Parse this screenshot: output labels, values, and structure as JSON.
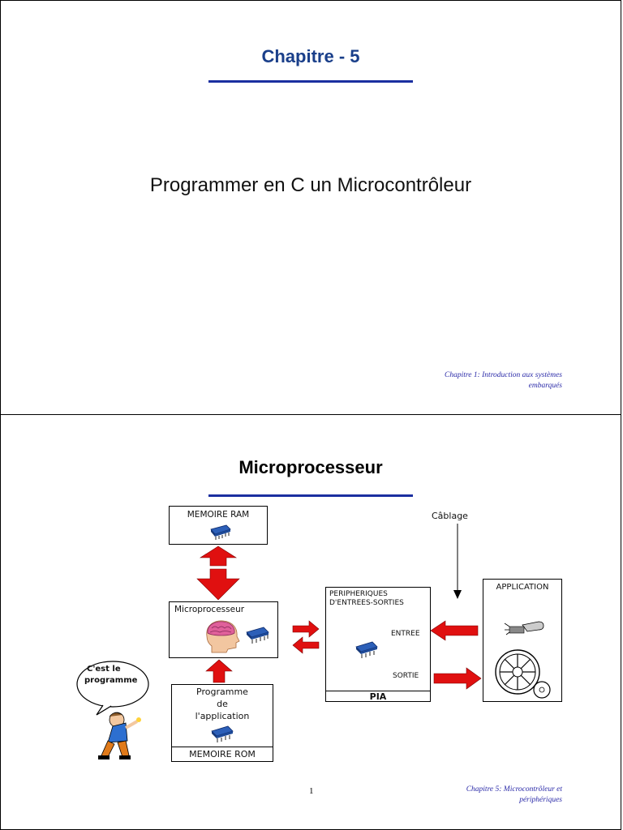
{
  "slide1": {
    "title": "Chapitre - 5",
    "subtitle": "Programmer en C un Microcontrôleur",
    "footer_line1": "Chapitre 1: Introduction aux systèmes",
    "footer_line2": "embarqués"
  },
  "slide2": {
    "title": "Microprocesseur",
    "diagram": {
      "ram_label": "MEMOIRE RAM",
      "cpu_label": "Microprocesseur",
      "rom_prog_line1": "Programme",
      "rom_prog_line2": "de",
      "rom_prog_line3": "l'application",
      "rom_label": "MEMOIRE ROM",
      "pia_line1": "PERIPHERIQUES",
      "pia_line2": "D'ENTREES-SORTIES",
      "pia_entree": "ENTREE",
      "pia_sortie": "SORTIE",
      "pia_label": "PIA",
      "cablage": "Câblage",
      "application": "APPLICATION",
      "bubble_line1": "C'est le",
      "bubble_line2": "programme"
    },
    "page_number": "1",
    "footer_line1": "Chapitre 5: Microcontrôleur et",
    "footer_line2": "périphériques"
  },
  "colors": {
    "title_blue": "#1a3f8a",
    "rule_blue": "#1b2fa0",
    "footer_blue": "#2a2aa8",
    "arrow_red": "#e01010",
    "chip_blue": "#2c5fb8"
  }
}
